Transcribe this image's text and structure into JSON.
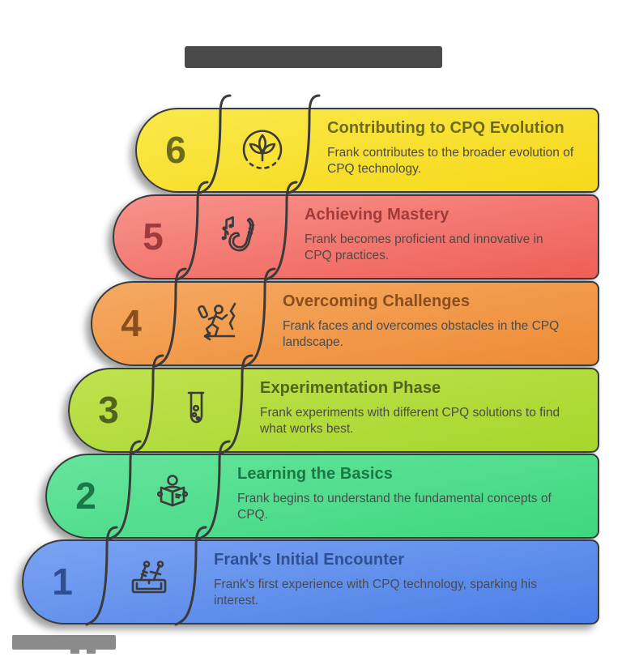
{
  "page": {
    "background": "#ffffff",
    "outline_color": "#3b3b3b",
    "description_color": "#4b4b4b"
  },
  "header": {
    "title_redacted": true,
    "redacted_bar_color": "#4a4a4a"
  },
  "watermark": {
    "redacted": true,
    "color": "#8b8b8b"
  },
  "steps": [
    {
      "number": "6",
      "title": "Contributing to CPQ Evolution",
      "description": "Frank contributes to the broader evolution of CPQ technology.",
      "icon": "plant-in-circle",
      "accent": "#6d6a1d",
      "gradient_top": "#fae94c",
      "gradient_bottom": "#f6d818"
    },
    {
      "number": "5",
      "title": "Achieving Mastery",
      "description": "Frank becomes proficient and innovative in CPQ practices.",
      "icon": "saxophone-with-notes",
      "accent": "#a03a3c",
      "gradient_top": "#f7938c",
      "gradient_bottom": "#ef5e57"
    },
    {
      "number": "4",
      "title": "Overcoming Challenges",
      "description": "Frank faces and overcomes obstacles in the CPQ landscape.",
      "icon": "climber-on-slope",
      "accent": "#8a4d1e",
      "gradient_top": "#f5aa62",
      "gradient_bottom": "#ee8b35"
    },
    {
      "number": "3",
      "title": "Experimentation Phase",
      "description": "Frank experiments with different CPQ solutions to find what works best.",
      "icon": "test-tube",
      "accent": "#50651b",
      "gradient_top": "#bfe24f",
      "gradient_bottom": "#a6d62c"
    },
    {
      "number": "2",
      "title": "Learning the Basics",
      "description": "Frank begins to understand the fundamental concepts of CPQ.",
      "icon": "person-reading-book",
      "accent": "#1a7847",
      "gradient_top": "#66e49d",
      "gradient_bottom": "#3ed77e"
    },
    {
      "number": "1",
      "title": "Frank's Initial Encounter",
      "description": "Frank's first experience with CPQ technology, sparking his interest.",
      "icon": "toolbox-with-tools",
      "accent": "#2f4f90",
      "gradient_top": "#7ba3f2",
      "gradient_bottom": "#4b7fe7"
    }
  ]
}
